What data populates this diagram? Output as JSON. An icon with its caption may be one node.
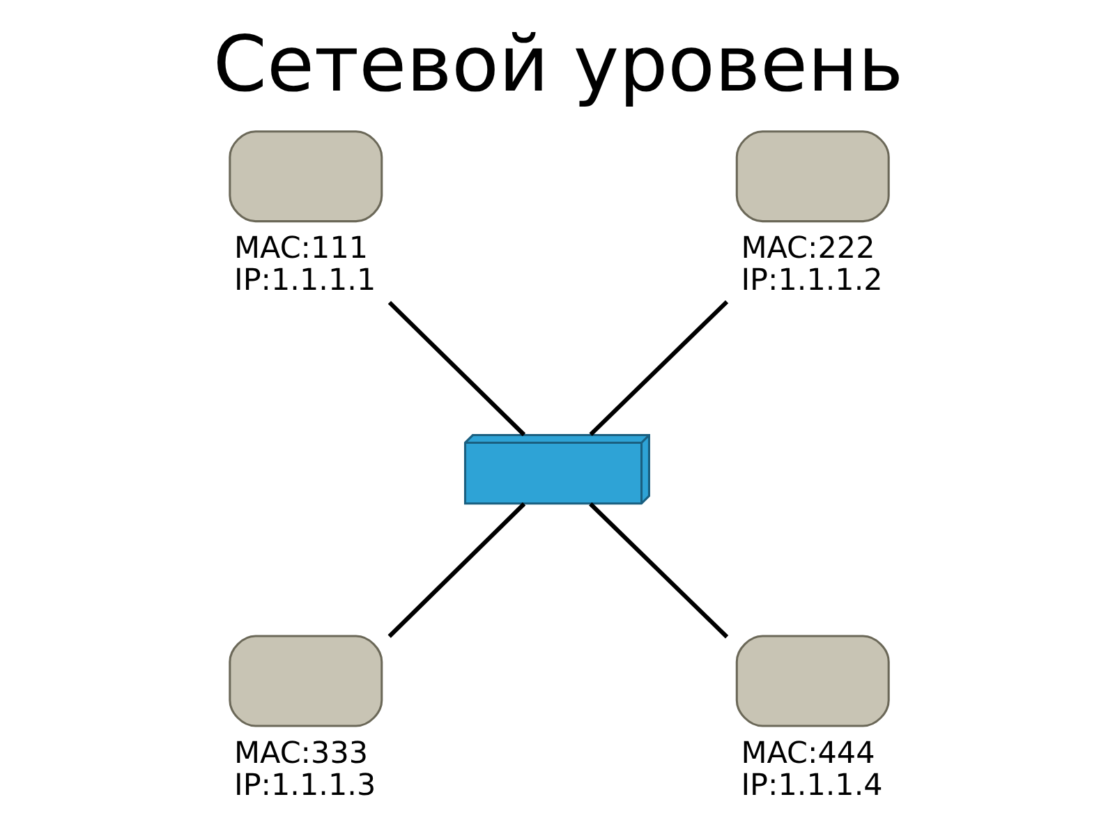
{
  "diagram": {
    "title": "Сетевой уровень",
    "nodes": [
      {
        "text": [],
        "shape": "computer",
        "beside": [
          "MAC:111",
          "IP:1.1.1.1"
        ]
      },
      {
        "text": [],
        "shape": "computer",
        "beside": [
          "MAC:222",
          "IP:1.1.1.2"
        ]
      },
      {
        "text": [],
        "shape": "box"
      },
      {
        "text": [],
        "shape": "computer",
        "beside": [
          "MAC:333",
          "IP:1.1.1.3"
        ]
      },
      {
        "text": [],
        "shape": "computer",
        "beside": [
          "MAC:444",
          "IP:1.1.1.4"
        ]
      }
    ],
    "edges": [
      {
        "from": 0,
        "to": 2,
        "arrow": "none"
      },
      {
        "from": 1,
        "to": 2,
        "arrow": "none"
      },
      {
        "from": 2,
        "to": 3,
        "arrow": "none"
      },
      {
        "from": 2,
        "to": 4,
        "arrow": "none"
      }
    ]
  }
}
